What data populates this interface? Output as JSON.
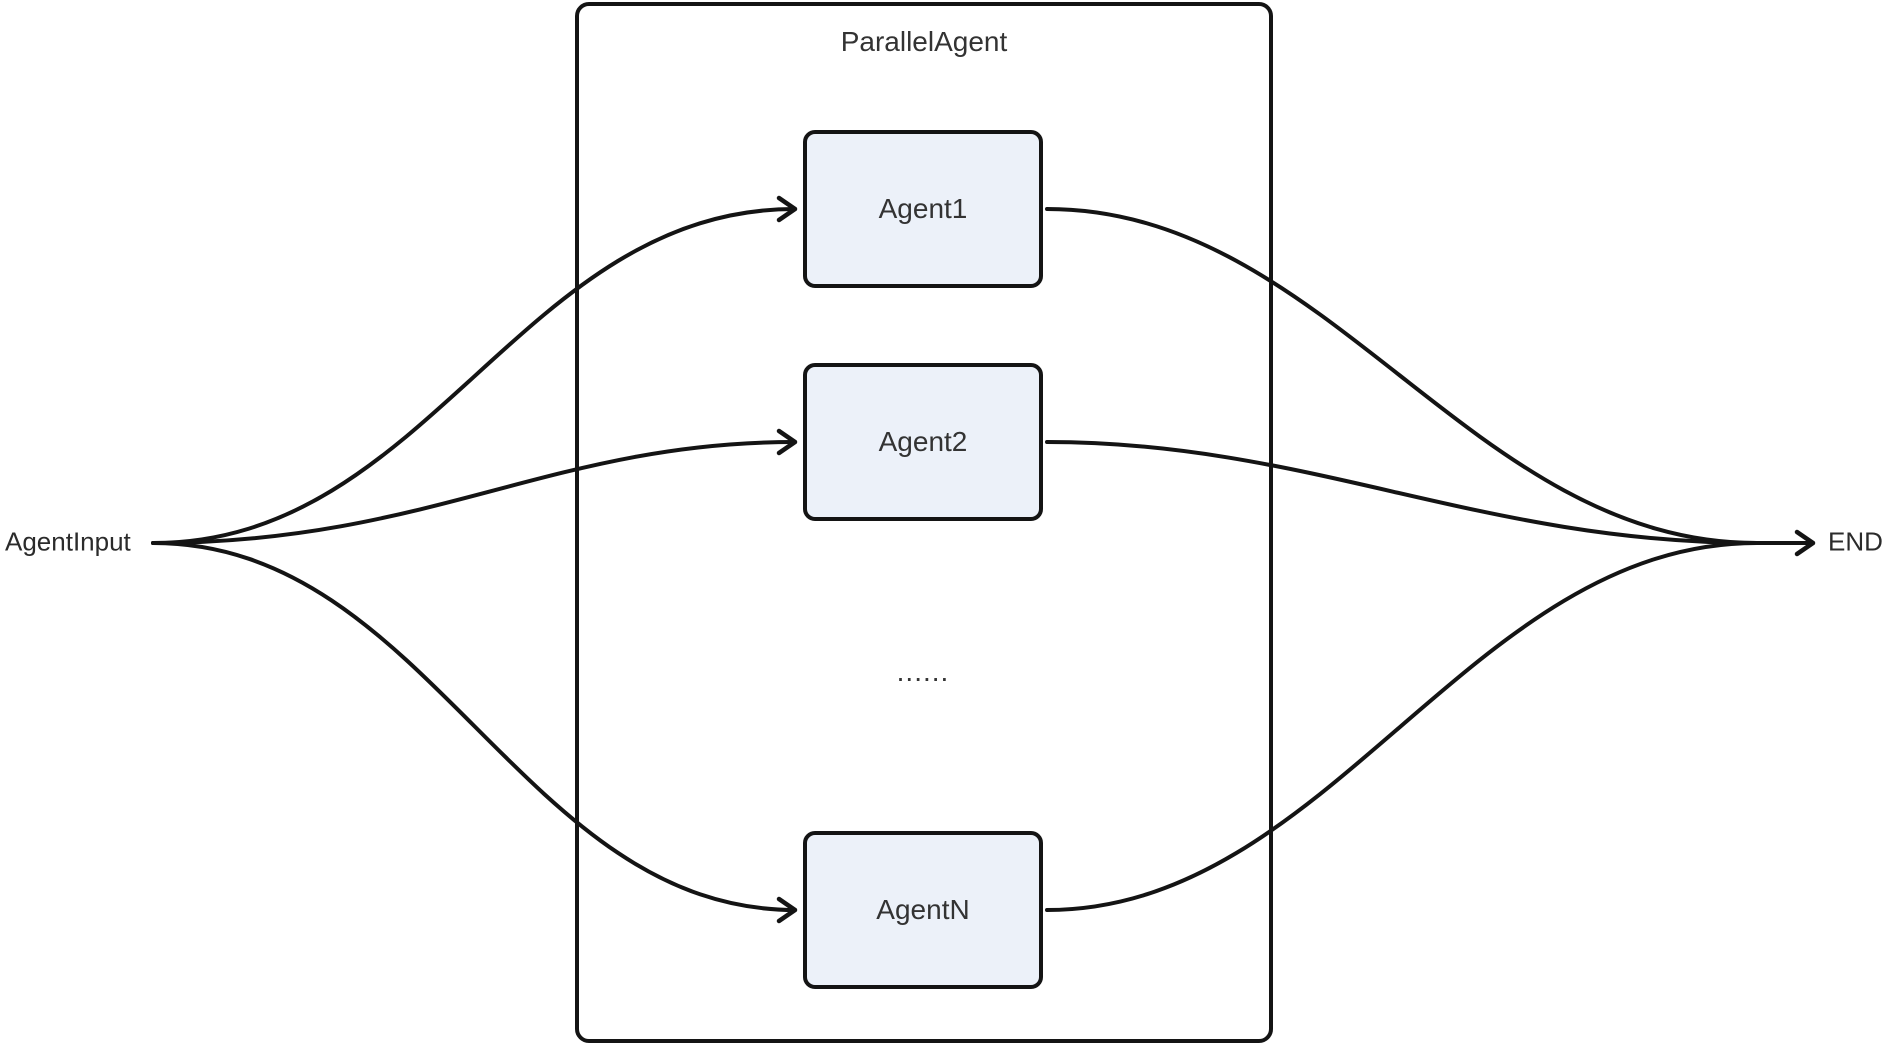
{
  "diagram": {
    "type": "flowchart",
    "direction": "left-to-right",
    "source_node": {
      "label": "AgentInput"
    },
    "sink_node": {
      "label": "END"
    },
    "group": {
      "title": "ParallelAgent",
      "agents": [
        {
          "label": "Agent1"
        },
        {
          "label": "Agent2"
        },
        {
          "label": "AgentN"
        }
      ],
      "ellipsis": "......"
    },
    "edges": [
      {
        "from": "AgentInput",
        "to": "Agent1"
      },
      {
        "from": "AgentInput",
        "to": "Agent2"
      },
      {
        "from": "AgentInput",
        "to": "AgentN"
      },
      {
        "from": "Agent1",
        "to": "END"
      },
      {
        "from": "Agent2",
        "to": "END"
      },
      {
        "from": "AgentN",
        "to": "END"
      }
    ]
  },
  "colors": {
    "edge_stroke": "#141414",
    "node_border": "#141414",
    "node_fill": "#ECF1F9",
    "group_border": "#141414",
    "text": "#333333",
    "background": "#FFFFFF"
  }
}
